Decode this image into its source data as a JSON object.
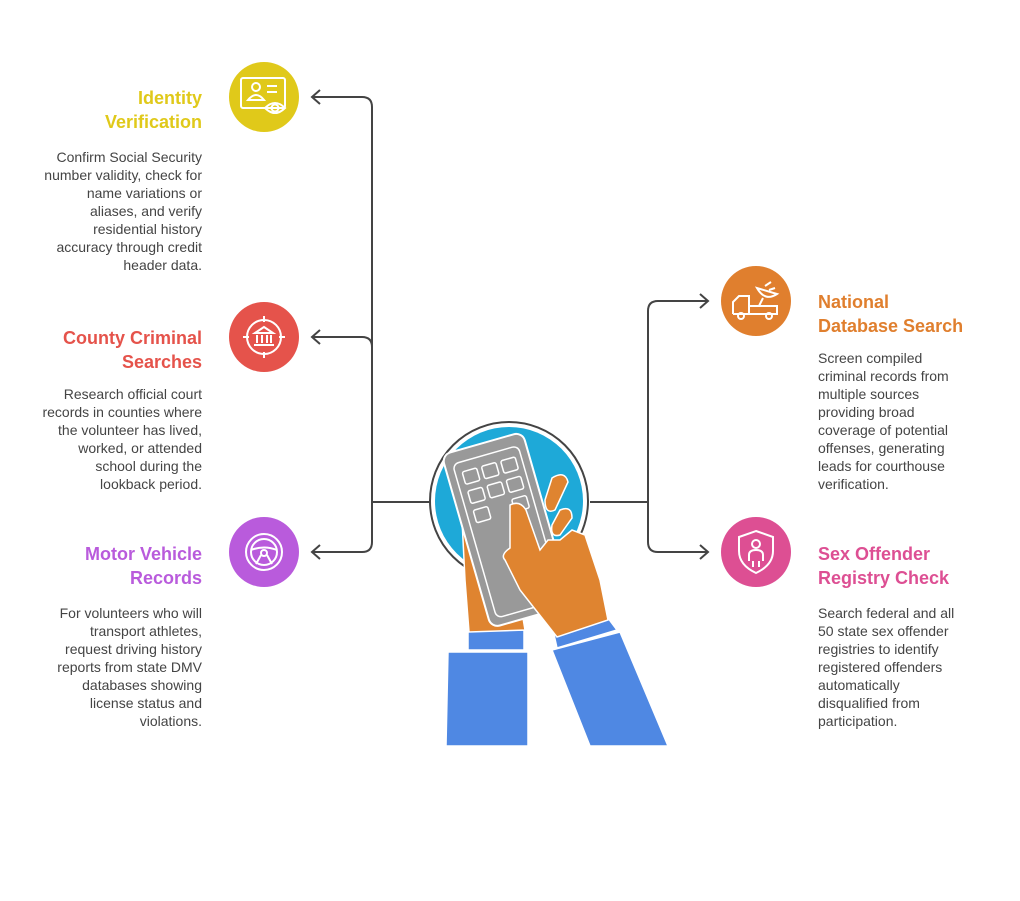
{
  "colors": {
    "identity": "#E0C91A",
    "county": "#E5534B",
    "motor": "#B95BDC",
    "national": "#E07F2E",
    "sex": "#DD4F93",
    "center": "#1EA9D8"
  },
  "items": [
    {
      "title_line1": "Identity",
      "title_line2": "Verification",
      "desc": "Confirm Social Security number validity, check for name variations or aliases, and verify residential history accuracy through credit header data.",
      "icon": "id-card-eye-icon"
    },
    {
      "title_line1": "County Criminal",
      "title_line2": "Searches",
      "desc": "Research official court records in counties where the volunteer has lived, worked, or attended school during the lookback period.",
      "icon": "courthouse-target-icon"
    },
    {
      "title_line1": "Motor Vehicle",
      "title_line2": "Records",
      "desc": "For volunteers who will transport athletes, request driving history reports from state DMV databases showing license status and violations.",
      "icon": "steering-wheel-icon"
    },
    {
      "title_line1": "National",
      "title_line2": "Database Search",
      "desc": "Screen compiled criminal records from multiple sources providing broad coverage of potential offenses, generating leads for courthouse verification.",
      "icon": "satellite-truck-icon"
    },
    {
      "title_line1": "Sex Offender",
      "title_line2": "Registry Check",
      "desc": "Search federal and all 50 state sex offender registries to identify registered offenders automatically disqualified from participation.",
      "icon": "shield-person-icon"
    }
  ]
}
